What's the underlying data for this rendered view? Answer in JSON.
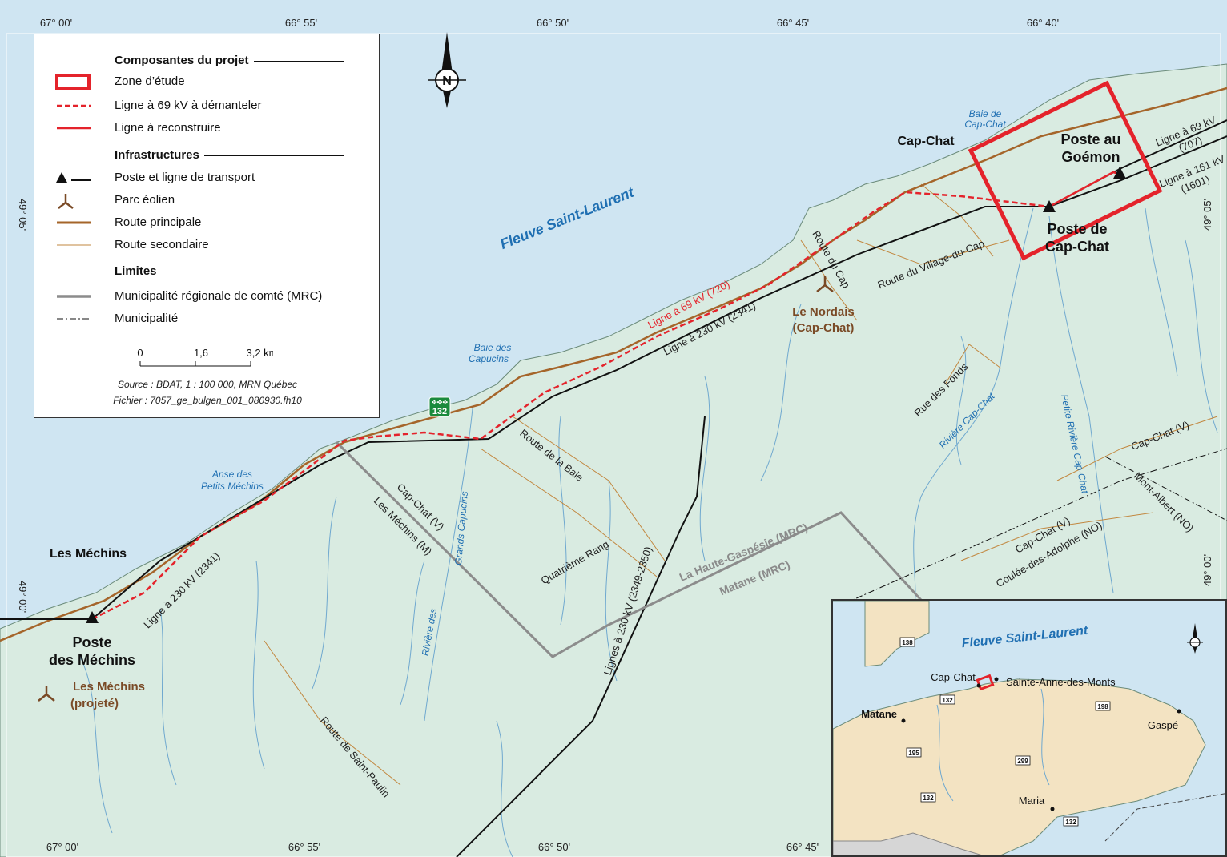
{
  "legend": {
    "section_components": "Composantes du projet",
    "zone": "Zone d’étude",
    "line_dismantle": "Ligne à 69 kV à démanteler",
    "line_rebuild": "Ligne à reconstruire",
    "section_infra": "Infrastructures",
    "substation": "Poste et ligne de transport",
    "wind_park": "Parc éolien",
    "main_road": "Route principale",
    "secondary_road": "Route secondaire",
    "section_limits": "Limites",
    "mrc": "Municipalité régionale de comté (MRC)",
    "municipality": "Municipalité",
    "scale_0": "0",
    "scale_1": "1,6",
    "scale_2": "3,2 km",
    "source": "Source : BDAT, 1 : 100 000, MRN Québec",
    "file": "Fichier : 7057_ge_bulgen_001_080930.fh10"
  },
  "coords": {
    "top": [
      "67° 00'",
      "66° 55'",
      "66° 50'",
      "66° 45'",
      "66° 40'"
    ],
    "bottom": [
      "67° 00'",
      "66° 55'",
      "66° 50'",
      "66° 45'"
    ],
    "lat1": "49° 05'",
    "lat2": "49° 00'"
  },
  "labels": {
    "fleuve": "Fleuve Saint-Laurent",
    "cap_chat": "Cap-Chat",
    "baie_cap_chat_1": "Baie de",
    "baie_cap_chat_2": "Cap-Chat",
    "poste_goemon_1": "Poste au",
    "poste_goemon_2": "Goémon",
    "poste_capchat_1": "Poste de",
    "poste_capchat_2": "Cap-Chat",
    "ligne69_707_1": "Ligne à 69 kV",
    "ligne69_707_2": "(707)",
    "ligne161_1": "Ligne à 161 kV",
    "ligne161_2": "(1601)",
    "route_cap": "Route du Cap",
    "route_village": "Route du Village-du-Cap",
    "nordais_1": "Le Nordais",
    "nordais_2": "(Cap-Chat)",
    "ligne69_720": "Ligne à 69 kV (720)",
    "ligne230_2341_a": "Ligne à 230 kV (2341)",
    "baie_capucins_1": "Baie des",
    "baie_capucins_2": "Capucins",
    "rue_fonds": "Rue des Fonds",
    "riviere_cap_chat": "Rivière Cap-Chat",
    "petite_riviere": "Petite Rivière Cap-Chat",
    "capchat_v_1": "Cap-Chat (V)",
    "mont_albert": "Mont-Albert (NO)",
    "capchat_v_2": "Cap-Chat (V)",
    "coulee": "Coulée-des-Adolphe (NO)",
    "anse_1": "Anse des",
    "anse_2": "Petits Méchins",
    "route_baie": "Route de la Baie",
    "capchat_v_3": "Cap-Chat (V)",
    "mechins_m": "Les Méchins (M)",
    "grands_capucins": "Grands Capucins",
    "riviere_des": "Rivière des",
    "quatrieme": "Quatrième Rang",
    "lignes230": "Lignes à 230 kV (2349-2350)",
    "haute_gaspesie": "La Haute-Gaspésie (MRC)",
    "matane_mrc": "Matane (MRC)",
    "les_mechins": "Les Méchins",
    "ligne230_2341_b": "Ligne à 230 kV (2341)",
    "poste_mechins_1": "Poste",
    "poste_mechins_2": "des Méchins",
    "mechins_proj_1": "Les Méchins",
    "mechins_proj_2": "(projeté)",
    "route_st_paulin": "Route de Saint-Paulin",
    "shield_132": "132",
    "north": "N"
  },
  "inset": {
    "fleuve": "Fleuve Saint-Laurent",
    "cap_chat": "Cap-Chat",
    "ste_anne": "Sainte-Anne-des-Monts",
    "matane": "Matane",
    "gaspe": "Gaspé",
    "maria": "Maria",
    "r138": "138",
    "r132a": "132",
    "r198": "198",
    "r195": "195",
    "r299": "299",
    "r132b": "132",
    "r132c": "132"
  },
  "colors": {
    "water": "#cfe5f2",
    "land": "#d9ebe1",
    "study_zone": "#e4232b",
    "main_road": "#a5652a",
    "transmission": "#111111",
    "mrc_boundary": "#8c8c8c",
    "inset_land": "#f3e3c2"
  }
}
